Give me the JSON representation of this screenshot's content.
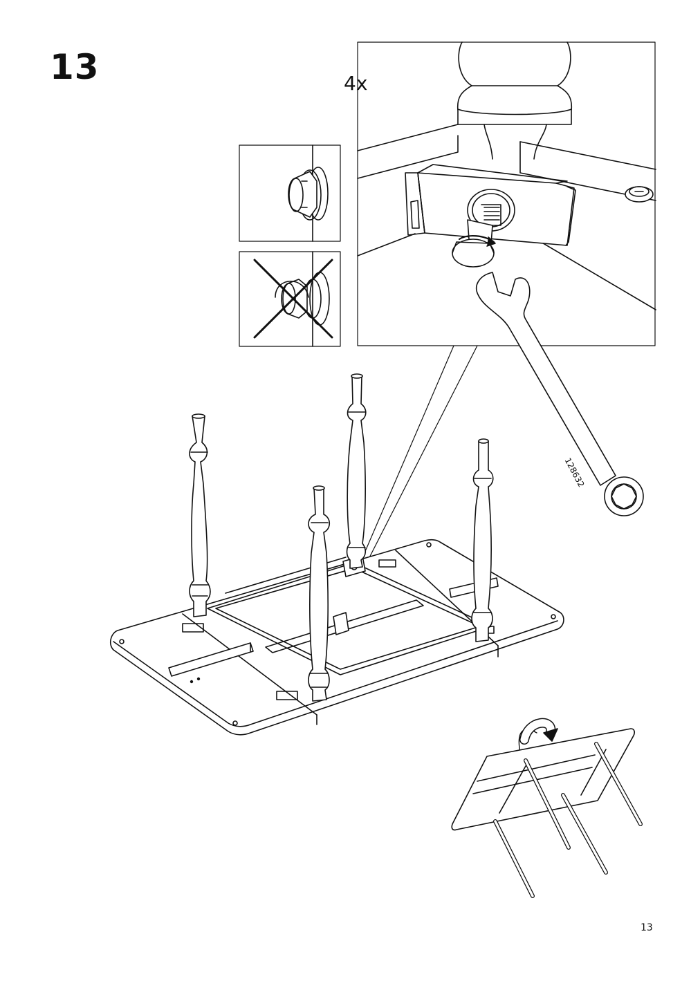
{
  "step": {
    "number": "13"
  },
  "detail": {
    "quantity": "4x"
  },
  "tool": {
    "part_number": "128632"
  },
  "page": {
    "number": "13"
  },
  "icons": {
    "correct": "nut-flush-correct-icon",
    "incorrect": "nut-not-flush-crossed-icon",
    "rotation": "clockwise-arrow-icon",
    "flip": "flip-table-arrow-icon"
  }
}
